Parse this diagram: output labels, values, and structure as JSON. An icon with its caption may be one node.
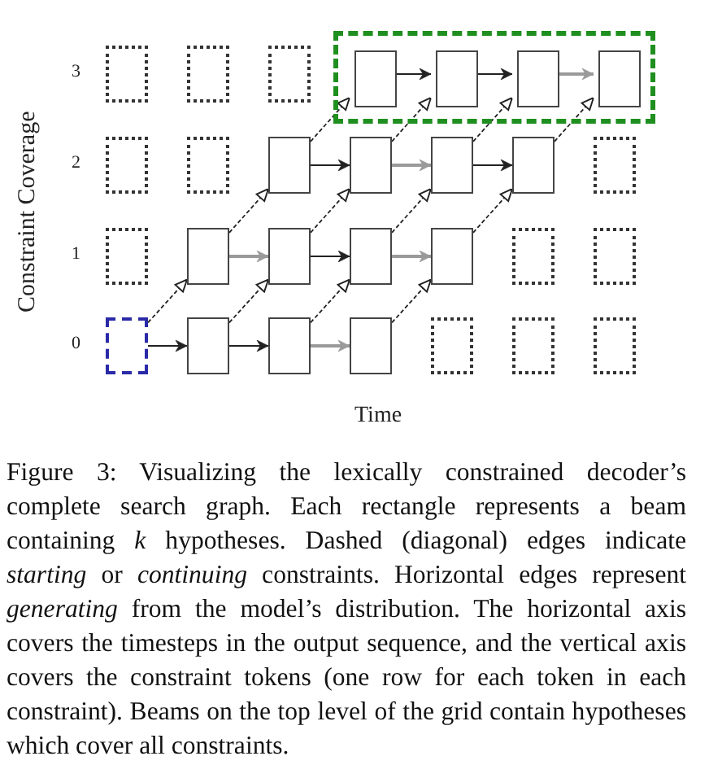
{
  "diagram": {
    "caption": "Figure 3: Visualizing the lexically constrained decoder’s complete search graph. Each rectangle represents a beam containing *k* hypotheses. Dashed (diagonal) edges indicate *starting* or *continuing* constraints. Horizontal edges represent *generating* from the model’s distribution. The horizontal axis covers the timesteps in the output sequence, and the vertical axis covers the constraint tokens (one row for each token in each constraint). Beams on the top level of the grid contain hypotheses which cover all constraints.",
    "nodes": [
      {
        "text": [],
        "shape": "box"
      },
      {
        "text": [],
        "shape": "box"
      },
      {
        "text": [],
        "shape": "box"
      },
      {
        "text": [],
        "shape": "box"
      },
      {
        "text": [],
        "shape": "box",
        "in": 0
      },
      {
        "text": [],
        "shape": "box",
        "in": 0
      },
      {
        "text": [],
        "shape": "box",
        "in": 0
      },
      {
        "text": [],
        "shape": "box",
        "in": 0
      },
      {
        "text": [],
        "shape": "box"
      },
      {
        "text": [],
        "shape": "box"
      },
      {
        "text": [],
        "shape": "box"
      },
      {
        "text": [],
        "shape": "box"
      },
      {
        "text": [],
        "shape": "box"
      },
      {
        "text": [],
        "shape": "box"
      },
      {
        "text": [],
        "shape": "box"
      },
      {
        "text": [],
        "shape": "box"
      },
      {
        "text": [],
        "shape": "box"
      },
      {
        "text": [],
        "shape": "box"
      },
      {
        "text": [],
        "shape": "box"
      },
      {
        "text": [],
        "shape": "box"
      },
      {
        "text": [],
        "shape": "box"
      },
      {
        "text": [],
        "shape": "box"
      },
      {
        "text": [],
        "shape": "box"
      },
      {
        "text": [],
        "shape": "box"
      },
      {
        "text": [],
        "shape": "box"
      },
      {
        "text": [],
        "shape": "box"
      },
      {
        "text": [],
        "shape": "box"
      },
      {
        "text": [],
        "shape": "box"
      },
      {
        "text": [],
        "shape": "box"
      }
    ],
    "edges": [
      {
        "from": 4,
        "to": 5,
        "arrow": "to"
      },
      {
        "from": 5,
        "to": 6,
        "arrow": "to"
      },
      {
        "from": 6,
        "to": 7,
        "arrow": "to",
        "color": "#9a9a9a"
      },
      {
        "from": 10,
        "to": 11,
        "arrow": "to"
      },
      {
        "from": 11,
        "to": 12,
        "arrow": "to",
        "color": "#9a9a9a"
      },
      {
        "from": 12,
        "to": 13,
        "arrow": "to"
      },
      {
        "from": 16,
        "to": 17,
        "arrow": "to",
        "color": "#9a9a9a"
      },
      {
        "from": 17,
        "to": 18,
        "arrow": "to"
      },
      {
        "from": 18,
        "to": 19,
        "arrow": "to",
        "color": "#9a9a9a"
      },
      {
        "from": 22,
        "to": 23,
        "arrow": "to"
      },
      {
        "from": 23,
        "to": 24,
        "arrow": "to"
      },
      {
        "from": 24,
        "to": 25,
        "arrow": "to",
        "color": "#9a9a9a"
      },
      {
        "from": 22,
        "to": 16,
        "arrow": "to",
        "style": "dashed"
      },
      {
        "from": 23,
        "to": 17,
        "arrow": "to",
        "style": "dashed"
      },
      {
        "from": 24,
        "to": 18,
        "arrow": "to",
        "style": "dashed"
      },
      {
        "from": 25,
        "to": 19,
        "arrow": "to",
        "style": "dashed"
      },
      {
        "from": 16,
        "to": 10,
        "arrow": "to",
        "style": "dashed"
      },
      {
        "from": 17,
        "to": 11,
        "arrow": "to",
        "style": "dashed"
      },
      {
        "from": 18,
        "to": 12,
        "arrow": "to",
        "style": "dashed"
      },
      {
        "from": 19,
        "to": 13,
        "arrow": "to",
        "style": "dashed"
      },
      {
        "from": 10,
        "to": 4,
        "arrow": "to",
        "style": "dashed"
      },
      {
        "from": 11,
        "to": 5,
        "arrow": "to",
        "style": "dashed"
      },
      {
        "from": 12,
        "to": 6,
        "arrow": "to",
        "style": "dashed"
      },
      {
        "from": 13,
        "to": 7,
        "arrow": "to",
        "style": "dashed"
      }
    ],
    "labels": [
      "3",
      "2",
      "1",
      "0",
      "Constraint Coverage",
      "Time"
    ]
  }
}
